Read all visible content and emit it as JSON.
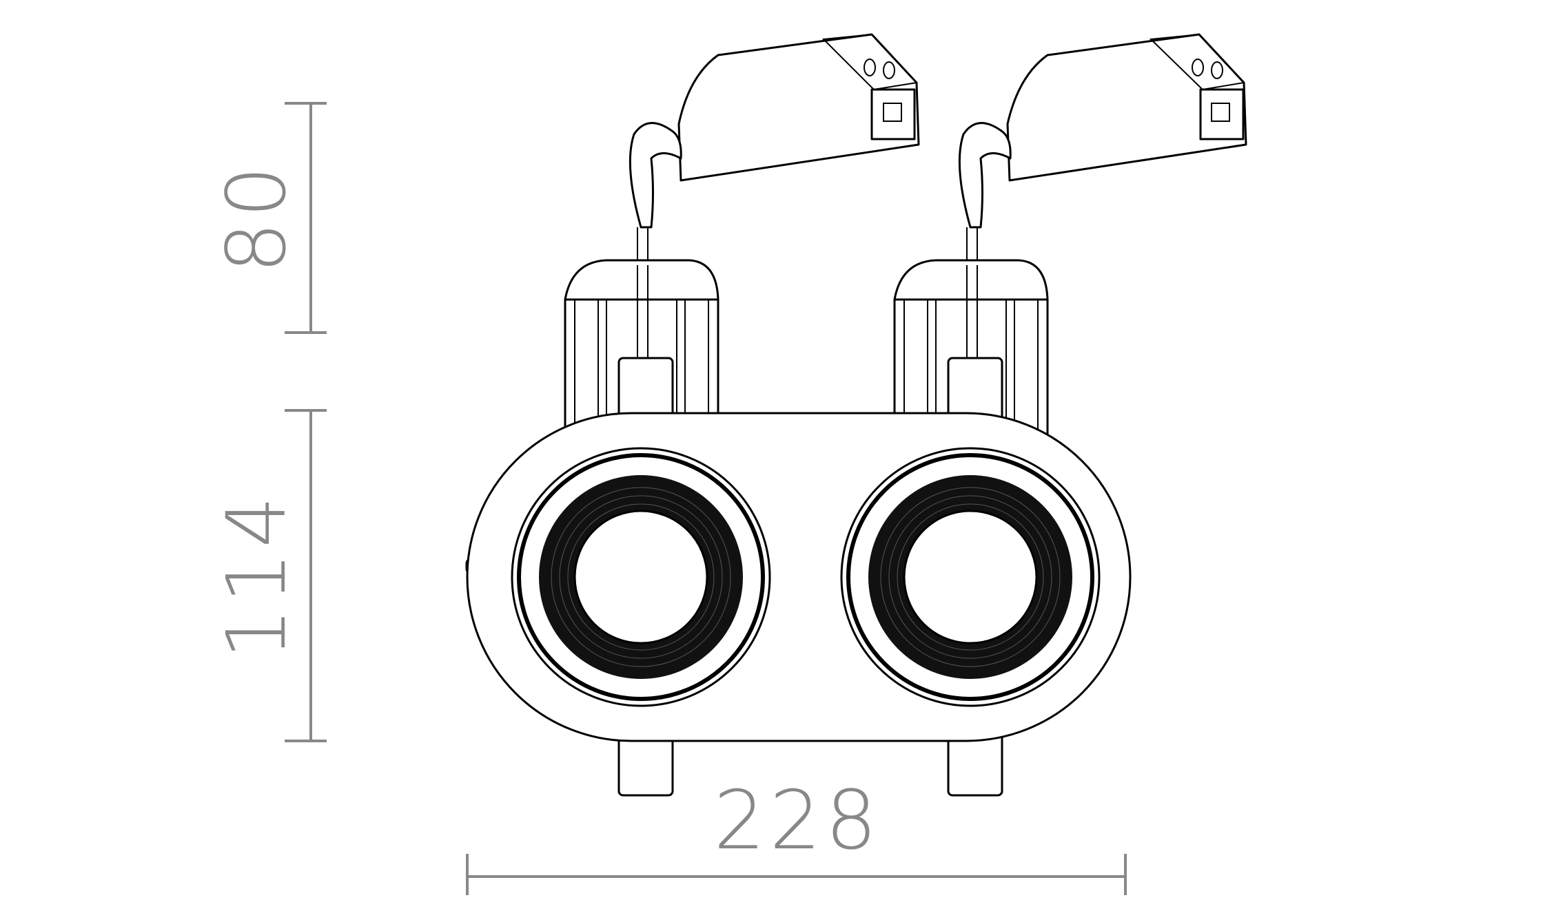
{
  "drawing": {
    "subject": "Twin recessed adjustable downlight with drivers",
    "views": [
      "side-view",
      "front-view"
    ],
    "line_color": "#000000",
    "dimension_color": "#888888",
    "background": "#ffffff"
  },
  "dimensions": {
    "height": {
      "value": "80",
      "orientation": "vertical"
    },
    "depth": {
      "value": "114",
      "orientation": "vertical"
    },
    "width": {
      "value": "228",
      "orientation": "horizontal"
    }
  }
}
